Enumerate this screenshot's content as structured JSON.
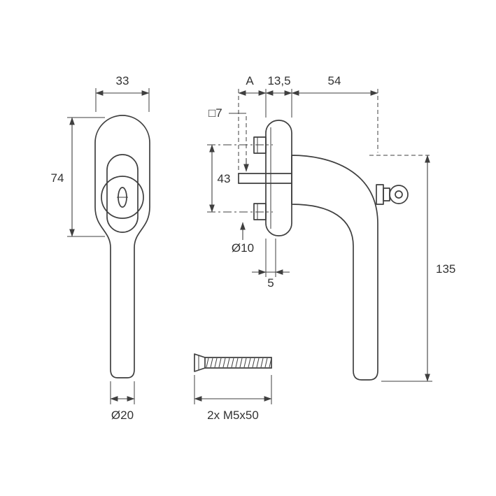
{
  "colors": {
    "line": "#3f3f3f",
    "label": "#333333",
    "background": "#ffffff"
  },
  "front_view": {
    "head_width_label": "33",
    "head_height_label": "74",
    "grip_diameter_label": "Ø20"
  },
  "side_view": {
    "spindle_length_label": "A",
    "plate_thickness_label": "13,5",
    "handle_depth_label": "54",
    "spindle_square_label": "□7",
    "screw_spacing_label": "43",
    "hole_diameter_label": "Ø10",
    "plate_offset_label": "5",
    "handle_height_label": "135"
  },
  "screw": {
    "label": "2x M5x50"
  }
}
